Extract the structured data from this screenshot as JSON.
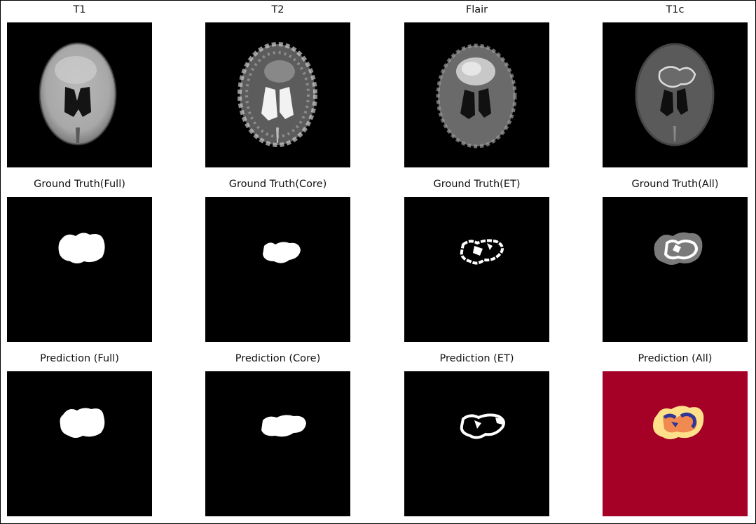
{
  "figure": {
    "rows": [
      {
        "name": "modalities",
        "panels": [
          {
            "id": "t1",
            "title": "T1"
          },
          {
            "id": "t2",
            "title": "T2"
          },
          {
            "id": "flair",
            "title": "Flair"
          },
          {
            "id": "t1c",
            "title": "T1c"
          }
        ]
      },
      {
        "name": "ground-truth",
        "panels": [
          {
            "id": "gt-full",
            "title": "Ground Truth(Full)"
          },
          {
            "id": "gt-core",
            "title": "Ground Truth(Core)"
          },
          {
            "id": "gt-et",
            "title": "Ground Truth(ET)"
          },
          {
            "id": "gt-all",
            "title": "Ground Truth(All)"
          }
        ]
      },
      {
        "name": "prediction",
        "panels": [
          {
            "id": "pred-full",
            "title": "Prediction (Full)"
          },
          {
            "id": "pred-core",
            "title": "Prediction (Core)"
          },
          {
            "id": "pred-et",
            "title": "Prediction (ET)"
          },
          {
            "id": "pred-all",
            "title": "Prediction (All)"
          }
        ]
      }
    ]
  },
  "colors": {
    "background": "#000000",
    "mask": "#ffffff",
    "gt_edema": "#7a7a7a",
    "pred_background": "#a50026",
    "pred_edema": "#fee08b",
    "pred_core": "#f08a50",
    "pred_enhancing": "#313695"
  }
}
